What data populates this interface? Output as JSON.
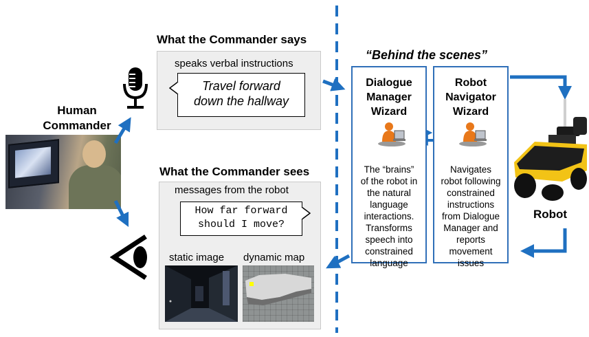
{
  "human": {
    "title_line1": "Human",
    "title_line2": "Commander"
  },
  "says": {
    "title": "What the Commander says",
    "caption": "speaks verbal instructions",
    "bubble_line1": "Travel forward",
    "bubble_line2": "down the hallway"
  },
  "sees": {
    "title": "What the Commander sees",
    "caption": "messages from the robot",
    "bubble_line1": "How far forward",
    "bubble_line2": "should I move?",
    "static_caption": "static image",
    "map_caption": "dynamic map"
  },
  "behind": {
    "title": "“Behind the scenes”",
    "dialogue_manager": {
      "title_lines": [
        "Dialogue",
        "Manager",
        "Wizard"
      ],
      "desc_lines": [
        "The “brains”",
        "of the robot in",
        "the natural",
        "language",
        "interactions.",
        "Transforms",
        "speech into",
        "constrained",
        "language"
      ]
    },
    "robot_navigator": {
      "title_lines": [
        "Robot",
        "Navigator",
        "Wizard"
      ],
      "desc_lines": [
        "Navigates",
        "robot following",
        "constrained",
        "instructions",
        "from Dialogue",
        "Manager and",
        "reports",
        "movement",
        "issues"
      ]
    }
  },
  "robot": {
    "label": "Robot"
  },
  "colors": {
    "arrow": "#1f70c1",
    "box_border": "#2f6fb8",
    "divider": "#1f70c1"
  },
  "icons": [
    "microphone-icon",
    "eye-icon",
    "wizard-operator-icon",
    "robot-image"
  ]
}
